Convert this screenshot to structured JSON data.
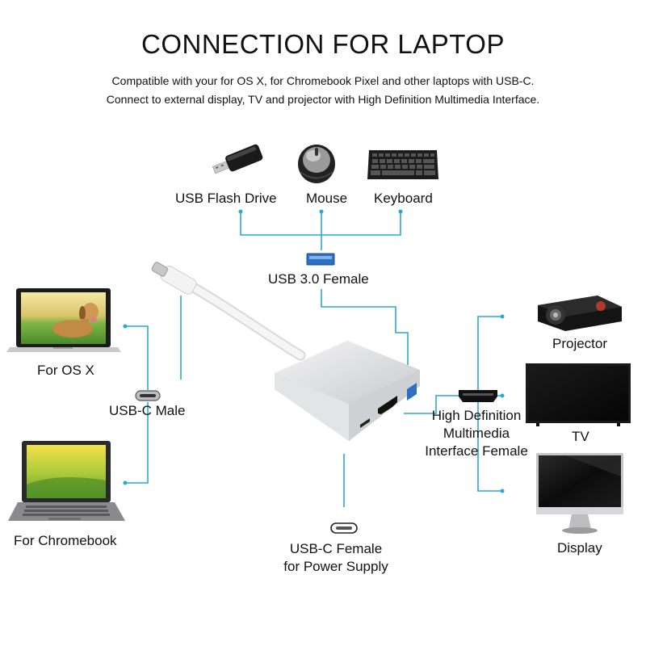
{
  "header": {
    "title": "CONNECTION FOR LAPTOP",
    "subtitle_line1": "Compatible with your for OS X, for Chromebook Pixel and other laptops with USB-C.",
    "subtitle_line2": "Connect to external display, TV and projector with High Definition Multimedia Interface."
  },
  "devices_top": {
    "flash_drive": "USB Flash Drive",
    "mouse": "Mouse",
    "keyboard": "Keyboard"
  },
  "ports": {
    "usb3": "USB 3.0 Female",
    "usbc_male": "USB-C Male",
    "hdmi_line1": "High Definition",
    "hdmi_line2": "Multimedia",
    "hdmi_line3": "Interface Female",
    "usbc_female_line1": "USB-C Female",
    "usbc_female_line2": "for Power Supply"
  },
  "laptops": {
    "osx": "For OS X",
    "chromebook": "For Chromebook"
  },
  "outputs": {
    "projector": "Projector",
    "tv": "TV",
    "display": "Display"
  },
  "colors": {
    "connector_line": "#29a8d8",
    "adapter_body": "#dcdde0",
    "cable": "#f2f2f2"
  }
}
